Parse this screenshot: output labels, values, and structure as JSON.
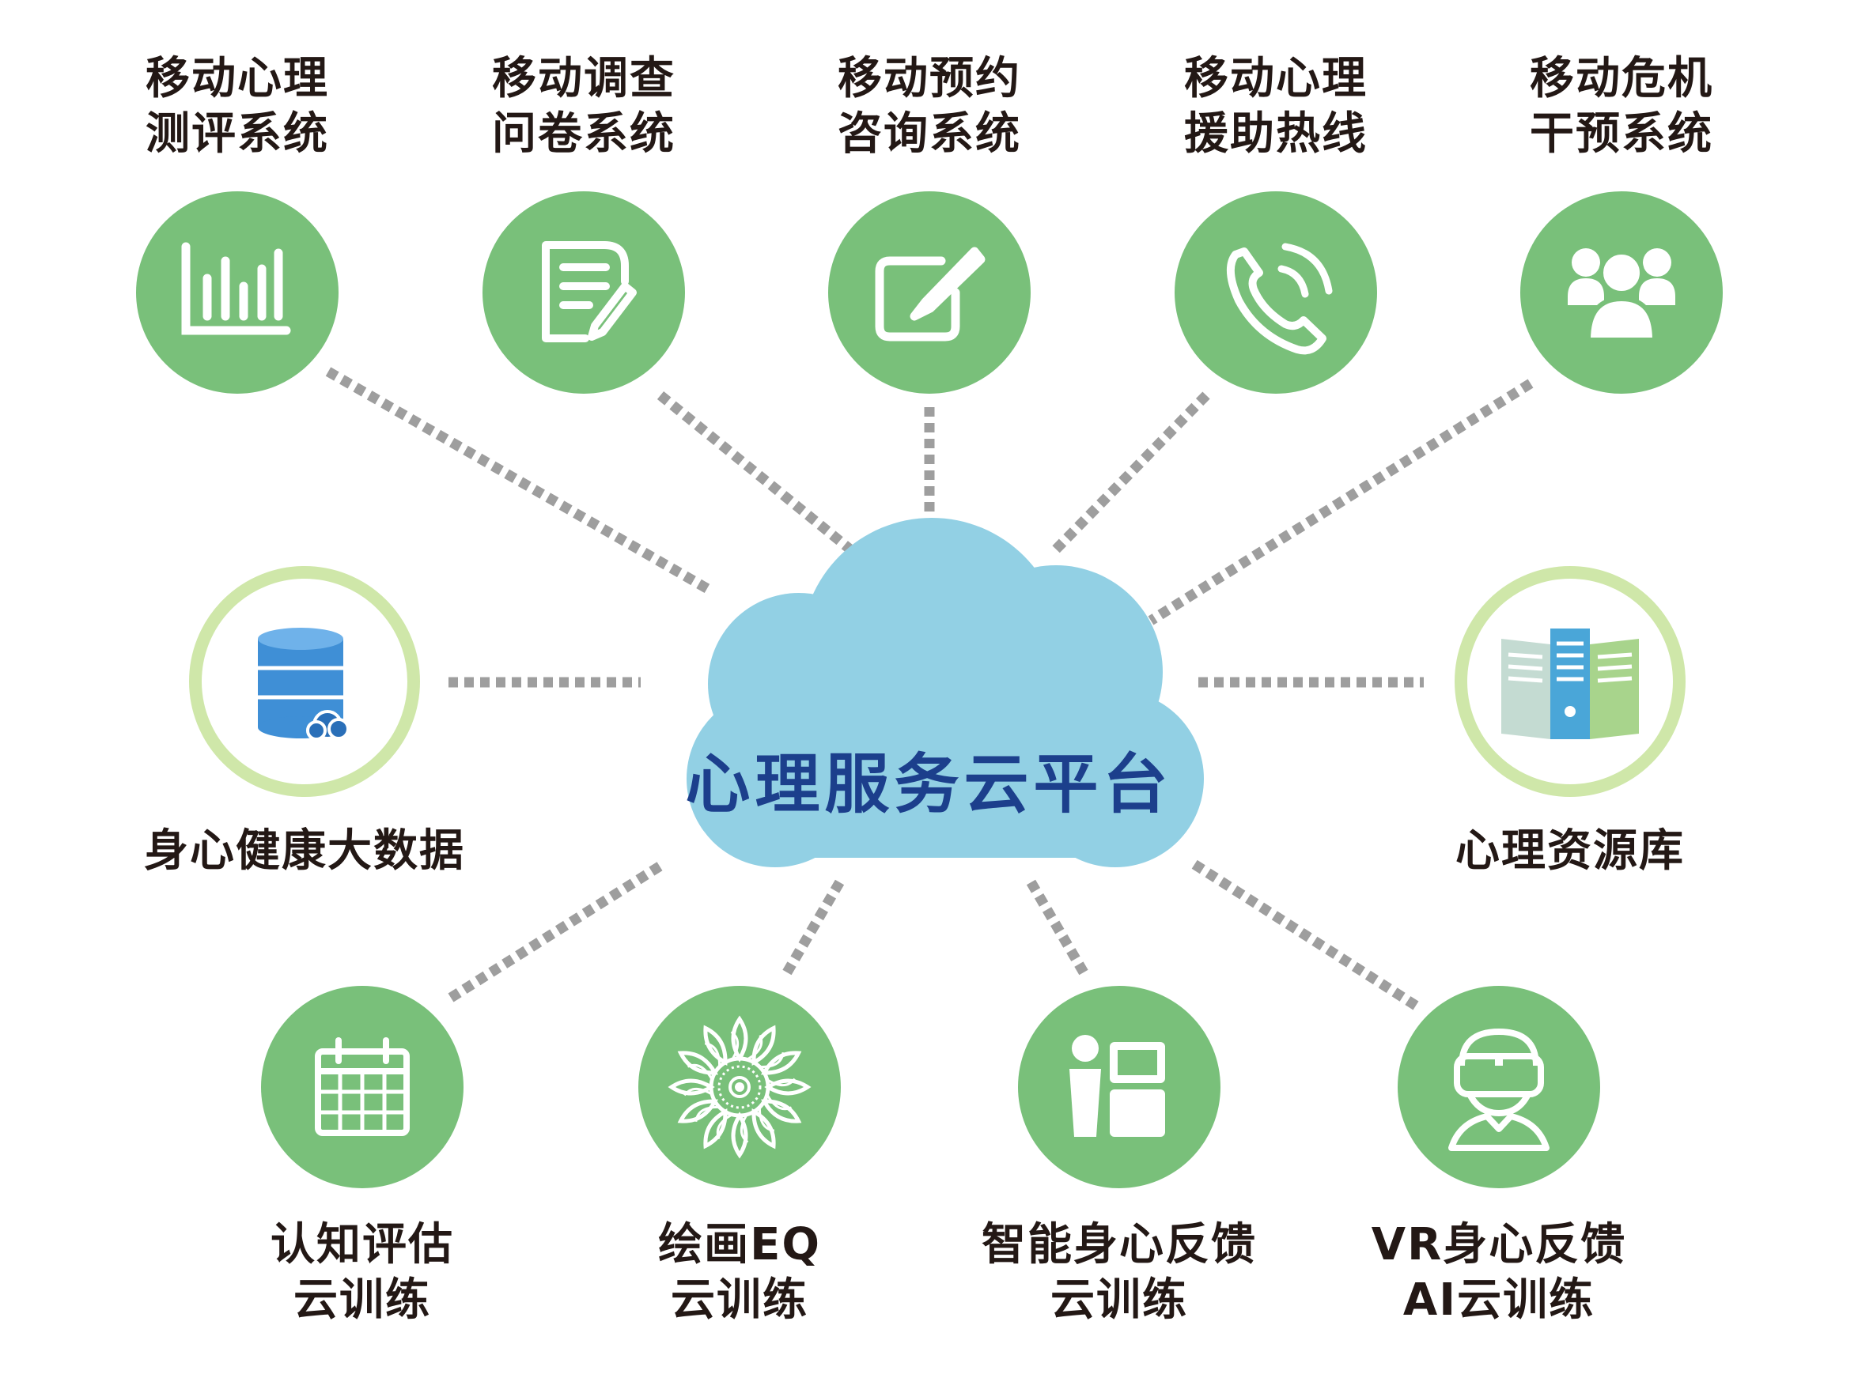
{
  "center": {
    "title": "心理服务云平台"
  },
  "top_row": [
    {
      "id": "assessment",
      "lines": [
        "移动心理",
        "测评系统"
      ],
      "icon": "bar-chart-icon"
    },
    {
      "id": "survey",
      "lines": [
        "移动调查",
        "问卷系统"
      ],
      "icon": "form-edit-icon"
    },
    {
      "id": "appointment",
      "lines": [
        "移动预约",
        "咨询系统"
      ],
      "icon": "pencil-square-icon"
    },
    {
      "id": "hotline",
      "lines": [
        "移动心理",
        "援助热线"
      ],
      "icon": "phone-call-icon"
    },
    {
      "id": "crisis",
      "lines": [
        "移动危机",
        "干预系统"
      ],
      "icon": "users-group-icon"
    }
  ],
  "side": [
    {
      "id": "bigdata",
      "lines": [
        "身心健康大数据"
      ],
      "icon": "database-cloud-icon"
    },
    {
      "id": "resources",
      "lines": [
        "心理资源库"
      ],
      "icon": "server-rack-icon"
    }
  ],
  "bottom_row": [
    {
      "id": "cognitive",
      "lines": [
        "认知评估",
        "云训练"
      ],
      "icon": "calendar-icon"
    },
    {
      "id": "drawing",
      "lines": [
        "绘画EQ",
        "云训练"
      ],
      "icon": "flower-mandala-icon"
    },
    {
      "id": "biofeedback",
      "lines": [
        "智能身心反馈",
        "云训练"
      ],
      "icon": "person-monitor-icon"
    },
    {
      "id": "vr",
      "lines": [
        "VR身心反馈",
        "AI云训练"
      ],
      "icon": "vr-headset-icon"
    }
  ],
  "colors": {
    "green": "#79c07a",
    "ring": "#cfe7a9",
    "cloud": "#92d0e4",
    "dots": "#9e9e9e",
    "title": "#1c3f8c",
    "text": "#231815",
    "db_blue": "#3f8fd6",
    "server_blue": "#4aa6d8",
    "server_grey": "#c4dbd2",
    "server_green": "#a8d48c"
  }
}
